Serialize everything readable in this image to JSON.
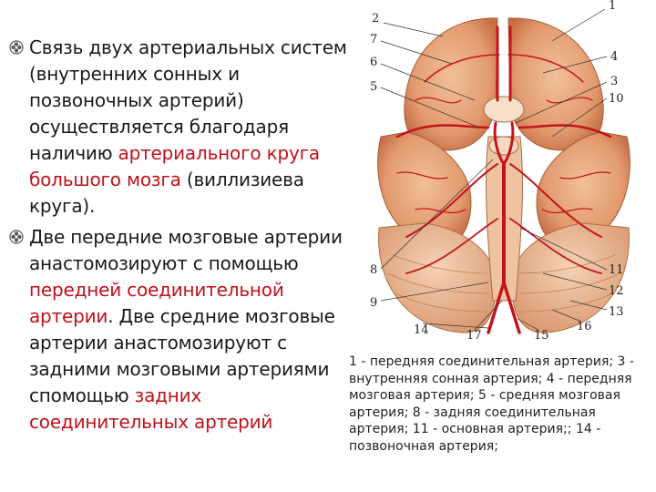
{
  "bullets": [
    {
      "before": "Связь двух артериальных систем (внутренних сонных и позвоночных артерий) осуществляется благодаря наличию ",
      "red": "артериального круга большого мозга",
      "after": " (виллизиева круга).",
      "icon": "flower-bullet-icon"
    },
    {
      "part1": " Две передние мозговые артерии анастомозируют с помощью ",
      "red1": "передней соединительной артерии",
      "part2": ". Две средние мозговые артерии анастомозируют с задними мозговыми артериями спомощью ",
      "red2": "задних соединительных артерий",
      "icon": "flower-bullet-icon"
    }
  ],
  "figure": {
    "labels": [
      "1",
      "2",
      "7",
      "6",
      "5",
      "4",
      "3",
      "10",
      "8",
      "9",
      "11",
      "12",
      "13",
      "14",
      "17",
      "15",
      "16"
    ]
  },
  "caption": "1 - передняя соединительная артерия; 3 - внутренняя сонная артерия; 4 - передняя мозговая артерия; 5 - средняя мозговая артерия; 8 - задняя соединительная артерия; 11 - основная артерия;; 14 - позвоночная артерия;",
  "colors": {
    "accent_red": "#c0121b",
    "bullet": "#5a5a5a",
    "brain": "#e7a27a"
  }
}
